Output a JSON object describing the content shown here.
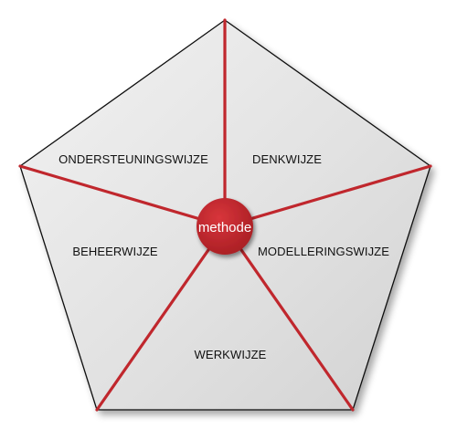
{
  "diagram": {
    "center_label": "methode",
    "segments": [
      {
        "key": "denkwijze",
        "label": "DENKWIJZE"
      },
      {
        "key": "modelleringswijze",
        "label": "MODELLERINGSWIJZE"
      },
      {
        "key": "werkwijze",
        "label": "WERKWIJZE"
      },
      {
        "key": "beheerwijze",
        "label": "BEHEERWIJZE"
      },
      {
        "key": "ondersteuningswijze",
        "label": "ONDERSTEUNINGSWIJZE"
      }
    ],
    "colors": {
      "accent": "#c0272d",
      "fill": "#e4e4e4",
      "outline": "#111111",
      "text": "#111111"
    }
  }
}
